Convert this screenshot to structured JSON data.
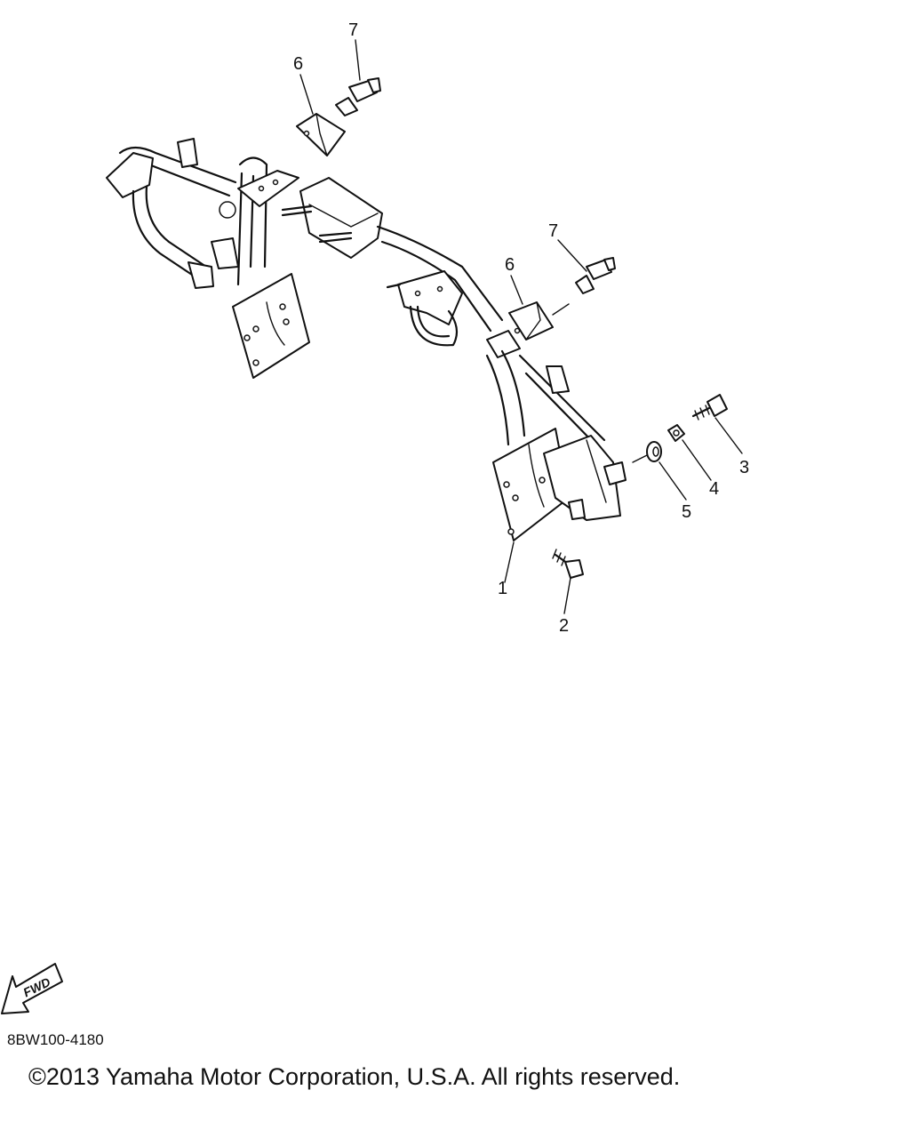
{
  "diagram": {
    "callouts": {
      "c1": "1",
      "c2": "2",
      "c3": "3",
      "c4": "4",
      "c5": "5",
      "c6a": "6",
      "c6b": "6",
      "c7a": "7",
      "c7b": "7"
    },
    "fwd_label": "FWD"
  },
  "footer": {
    "part_code": "8BW100-4180",
    "copyright": "©2013 Yamaha Motor Corporation, U.S.A. All rights reserved."
  }
}
